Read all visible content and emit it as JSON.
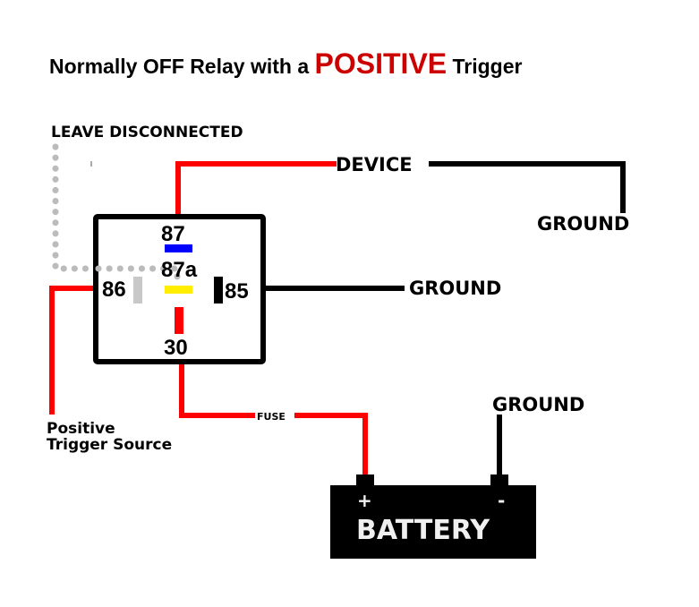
{
  "title": {
    "prefix": "Normally OFF Relay with a ",
    "emphasis": "POSITIVE",
    "suffix": " Trigger"
  },
  "colors": {
    "positive_wire": "#ff0000",
    "ground_wire": "#000000",
    "disconnected_wire": "#bbbbbb",
    "emphasis_text": "#cc0000",
    "pin_87": "#0000ff",
    "pin_87a": "#ffee00",
    "pin_86": "#c8c8c8",
    "pin_85": "#000000",
    "pin_30": "#ff0000"
  },
  "relay": {
    "pins": {
      "p87": "87",
      "p87a": "87a",
      "p86": "86",
      "p85": "85",
      "p30": "30"
    }
  },
  "labels": {
    "leave_disconnected": "LEAVE DISCONNECTED",
    "device": "DEVICE",
    "device_ground": "GROUND",
    "pin85_ground": "GROUND",
    "battery_ground": "GROUND",
    "fuse": "FUSE",
    "trigger_line1": "Positive",
    "trigger_line2": "Trigger Source"
  },
  "battery": {
    "label": "BATTERY",
    "positive_terminal": "+",
    "negative_terminal": "-"
  }
}
